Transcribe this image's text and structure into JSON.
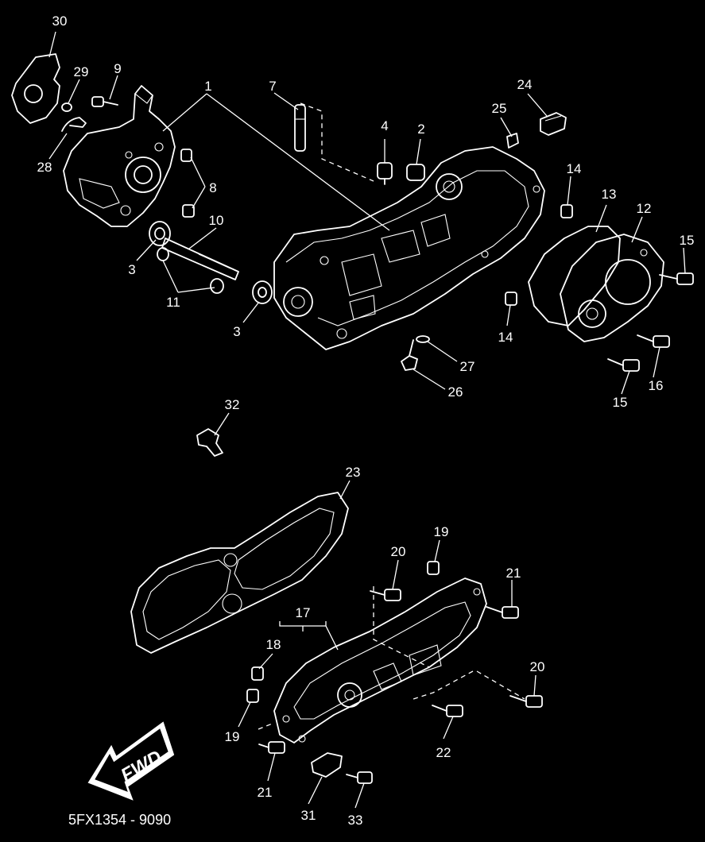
{
  "diagram": {
    "code": "5FX1354 - 9090",
    "fwd_label": "FWD",
    "callouts": [
      {
        "id": "c30",
        "text": "30"
      },
      {
        "id": "c29",
        "text": "29"
      },
      {
        "id": "c9",
        "text": "9"
      },
      {
        "id": "c1",
        "text": "1"
      },
      {
        "id": "c7",
        "text": "7"
      },
      {
        "id": "c4",
        "text": "4"
      },
      {
        "id": "c2",
        "text": "2"
      },
      {
        "id": "c25",
        "text": "25"
      },
      {
        "id": "c24",
        "text": "24"
      },
      {
        "id": "c28",
        "text": "28"
      },
      {
        "id": "c8",
        "text": "8"
      },
      {
        "id": "c10",
        "text": "10"
      },
      {
        "id": "c3a",
        "text": "3"
      },
      {
        "id": "c11",
        "text": "11"
      },
      {
        "id": "c3b",
        "text": "3"
      },
      {
        "id": "c14a",
        "text": "14"
      },
      {
        "id": "c13",
        "text": "13"
      },
      {
        "id": "c12",
        "text": "12"
      },
      {
        "id": "c15a",
        "text": "15"
      },
      {
        "id": "c14b",
        "text": "14"
      },
      {
        "id": "c27",
        "text": "27"
      },
      {
        "id": "c26",
        "text": "26"
      },
      {
        "id": "c16",
        "text": "16"
      },
      {
        "id": "c15b",
        "text": "15"
      },
      {
        "id": "c32",
        "text": "32"
      },
      {
        "id": "c23",
        "text": "23"
      },
      {
        "id": "c19a",
        "text": "19"
      },
      {
        "id": "c20a",
        "text": "20"
      },
      {
        "id": "c21a",
        "text": "21"
      },
      {
        "id": "c17",
        "text": "17"
      },
      {
        "id": "c18",
        "text": "18"
      },
      {
        "id": "c20b",
        "text": "20"
      },
      {
        "id": "c19b",
        "text": "19"
      },
      {
        "id": "c22",
        "text": "22"
      },
      {
        "id": "c21b",
        "text": "21"
      },
      {
        "id": "c31",
        "text": "31"
      },
      {
        "id": "c33",
        "text": "33"
      }
    ]
  }
}
